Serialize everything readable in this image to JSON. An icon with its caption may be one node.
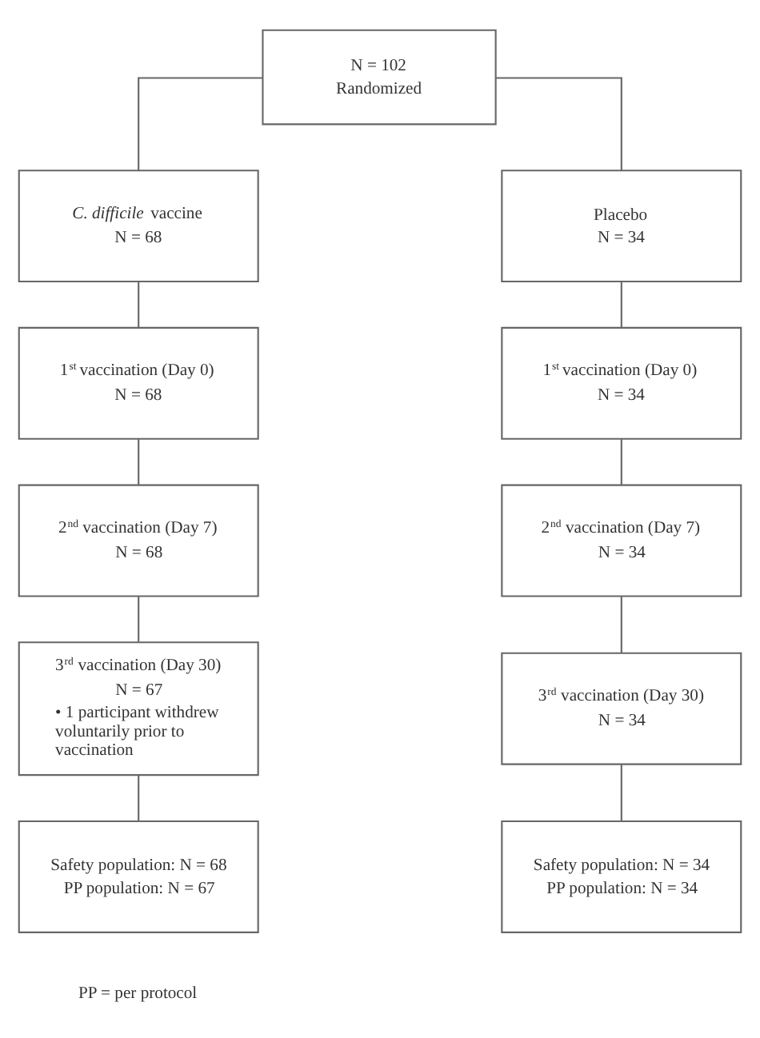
{
  "diagram": {
    "nodes": [
      {
        "text": [
          "N = 102",
          "Randomized"
        ]
      },
      {
        "text": [
          "*C. difficile* vaccine",
          "N = 68"
        ]
      },
      {
        "text": [
          "Placebo",
          "N = 34"
        ]
      },
      {
        "text": [
          "1$^{st}$ vaccination (Day 0)",
          "N = 68"
        ]
      },
      {
        "text": [
          "1$^{st}$ vaccination (Day 0)",
          "N = 34"
        ]
      },
      {
        "text": [
          "2$^{nd}$ vaccination (Day 7)",
          "N = 68"
        ]
      },
      {
        "text": [
          "2$^{nd}$ vaccination (Day 7)",
          "N = 34"
        ]
      },
      {
        "text": [
          "3$^{rd}$ vaccination (Day 30)",
          "N = 67",
          "• 1 participant withdrew voluntarily prior to vaccination"
        ]
      },
      {
        "text": [
          "3$^{rd}$ vaccination (Day 30)",
          "N = 34"
        ]
      },
      {
        "text": [
          "Safety population: N = 68",
          "PP population: N = 67"
        ]
      },
      {
        "text": [
          "Safety population: N = 34",
          "PP population: N = 34"
        ]
      }
    ],
    "edges": [
      {
        "from": 0,
        "to": 1,
        "arrow": "none"
      },
      {
        "from": 0,
        "to": 2,
        "arrow": "none"
      },
      {
        "from": 1,
        "to": 3,
        "arrow": "none"
      },
      {
        "from": 2,
        "to": 4,
        "arrow": "none"
      },
      {
        "from": 3,
        "to": 5,
        "arrow": "none"
      },
      {
        "from": 4,
        "to": 6,
        "arrow": "none"
      },
      {
        "from": 5,
        "to": 7,
        "arrow": "none"
      },
      {
        "from": 6,
        "to": 8,
        "arrow": "none"
      },
      {
        "from": 7,
        "to": 9,
        "arrow": "none"
      },
      {
        "from": 8,
        "to": 10,
        "arrow": "none"
      }
    ],
    "labels": [
      "PP = per protocol"
    ]
  }
}
